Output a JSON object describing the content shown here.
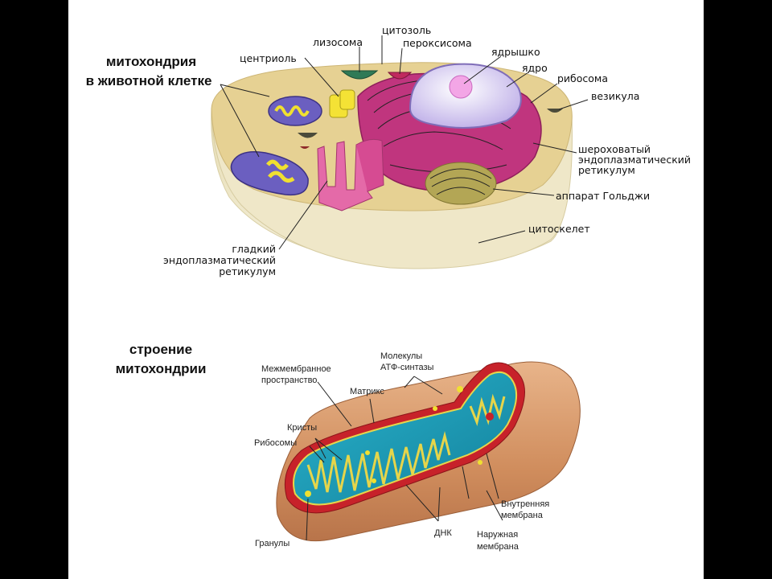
{
  "cell": {
    "title_line1": "митохондрия",
    "title_line2": "в животной клетке",
    "labels": {
      "cytosol": "цитозоль",
      "lysosome": "лизосома",
      "peroxisome": "пероксисома",
      "nucleolus": "ядрышко",
      "centriole": "центриоль",
      "nucleus": "ядро",
      "ribosome": "рибосома",
      "vesicle": "везикула",
      "rough_er_1": "шероховатый",
      "rough_er_2": "эндоплазматический",
      "rough_er_3": "ретикулум",
      "golgi": "аппарат Гольджи",
      "cytoskeleton": "цитоскелет",
      "smooth_er_1": "гладкий",
      "smooth_er_2": "эндоплазматический",
      "smooth_er_3": "ретикулум"
    }
  },
  "mito": {
    "title_line1": "строение",
    "title_line2": "митохондрии",
    "labels": {
      "atp_1": "Молекулы",
      "atp_2": "АТФ-синтазы",
      "intermembrane_1": "Межмембранное",
      "intermembrane_2": "пространство",
      "matrix": "Матрикс",
      "cristae": "Кристы",
      "ribosomes": "Рибосомы",
      "inner_1": "Внутренняя",
      "inner_2": "мембрана",
      "granules": "Гранулы",
      "dna": "ДНК",
      "outer_1": "Наружная",
      "outer_2": "мембрана"
    }
  },
  "colors": {
    "cytoplasm": "#e8d39a",
    "cell_side": "#efe7c4",
    "rough_er": "#c0357e",
    "nucleus": "#d9d0f2",
    "mitochondrion_outer": "#d99a6a",
    "matrix": "#1f9db8",
    "membrane": "#c7222a"
  }
}
